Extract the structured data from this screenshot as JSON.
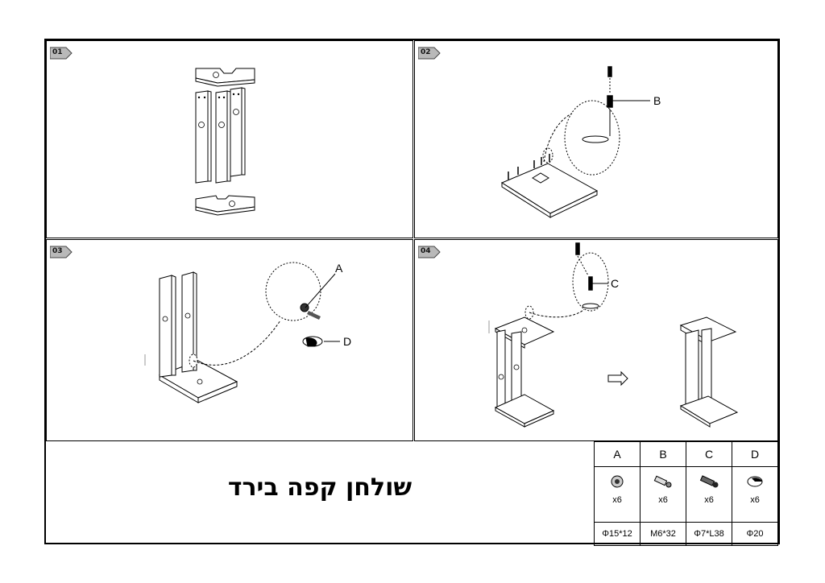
{
  "steps": [
    {
      "number": "01"
    },
    {
      "number": "02",
      "callout": "B"
    },
    {
      "number": "03",
      "callouts": [
        "A",
        "D"
      ]
    },
    {
      "number": "04",
      "callout": "C"
    }
  ],
  "title": "שולחן קפה בירד",
  "parts": [
    {
      "letter": "A",
      "qty": "x6",
      "spec": "Φ15*12",
      "icon": "cam-lock-nut-icon"
    },
    {
      "letter": "B",
      "qty": "x6",
      "spec": "M6*32",
      "icon": "cam-bolt-icon"
    },
    {
      "letter": "C",
      "qty": "x6",
      "spec": "Φ7*L38",
      "icon": "screw-icon"
    },
    {
      "letter": "D",
      "qty": "x6",
      "spec": "Φ20",
      "icon": "cover-cap-icon"
    }
  ]
}
